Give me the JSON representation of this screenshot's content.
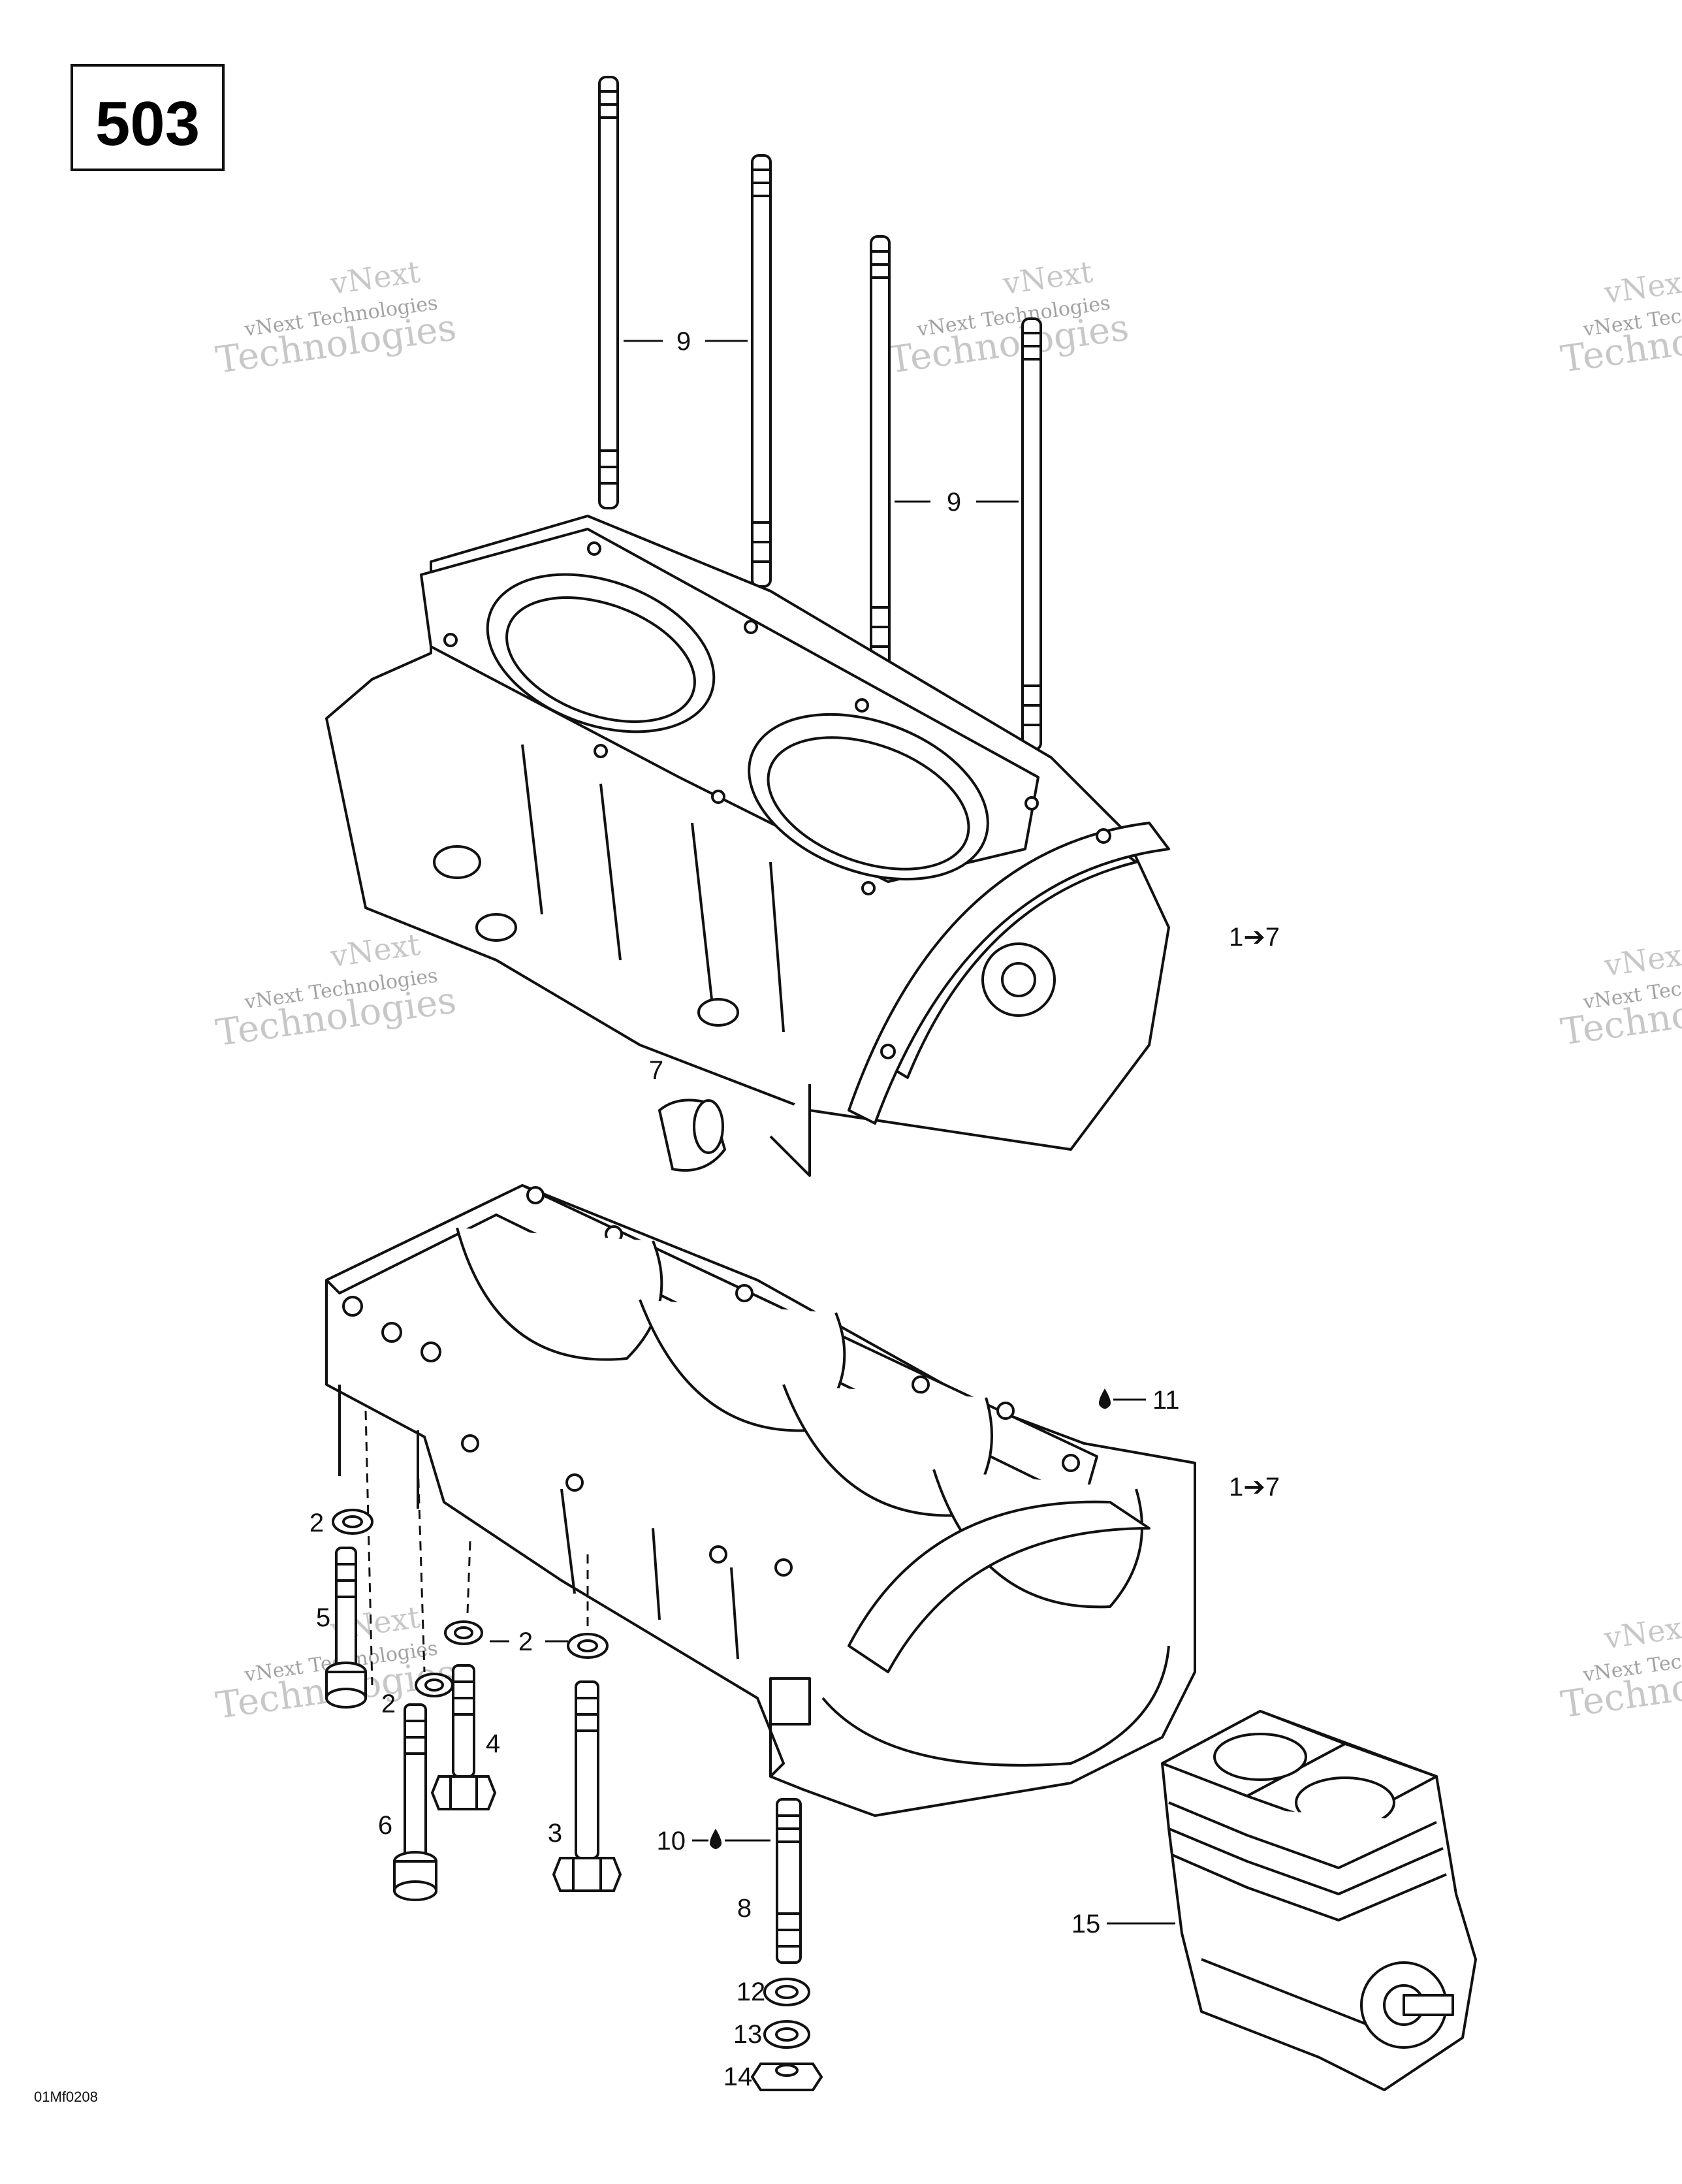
{
  "diagram": {
    "section_number": "503",
    "drawing_code": "01Mf0208",
    "watermark": {
      "line1": "vNext",
      "line2": "vNext Technologies",
      "line3": "Technologies",
      "partial_line1": "vNext",
      "partial_line2": "vNext Tec",
      "partial_line3": "Techno"
    },
    "callouts": {
      "c9": "9",
      "c1to7": "1➔7",
      "c7": "7",
      "c11": "11",
      "c2": "2",
      "c5": "5",
      "c4": "4",
      "c6": "6",
      "c3": "3",
      "c10": "10",
      "c8": "8",
      "c12": "12",
      "c13": "13",
      "c14": "14",
      "c15": "15"
    }
  }
}
